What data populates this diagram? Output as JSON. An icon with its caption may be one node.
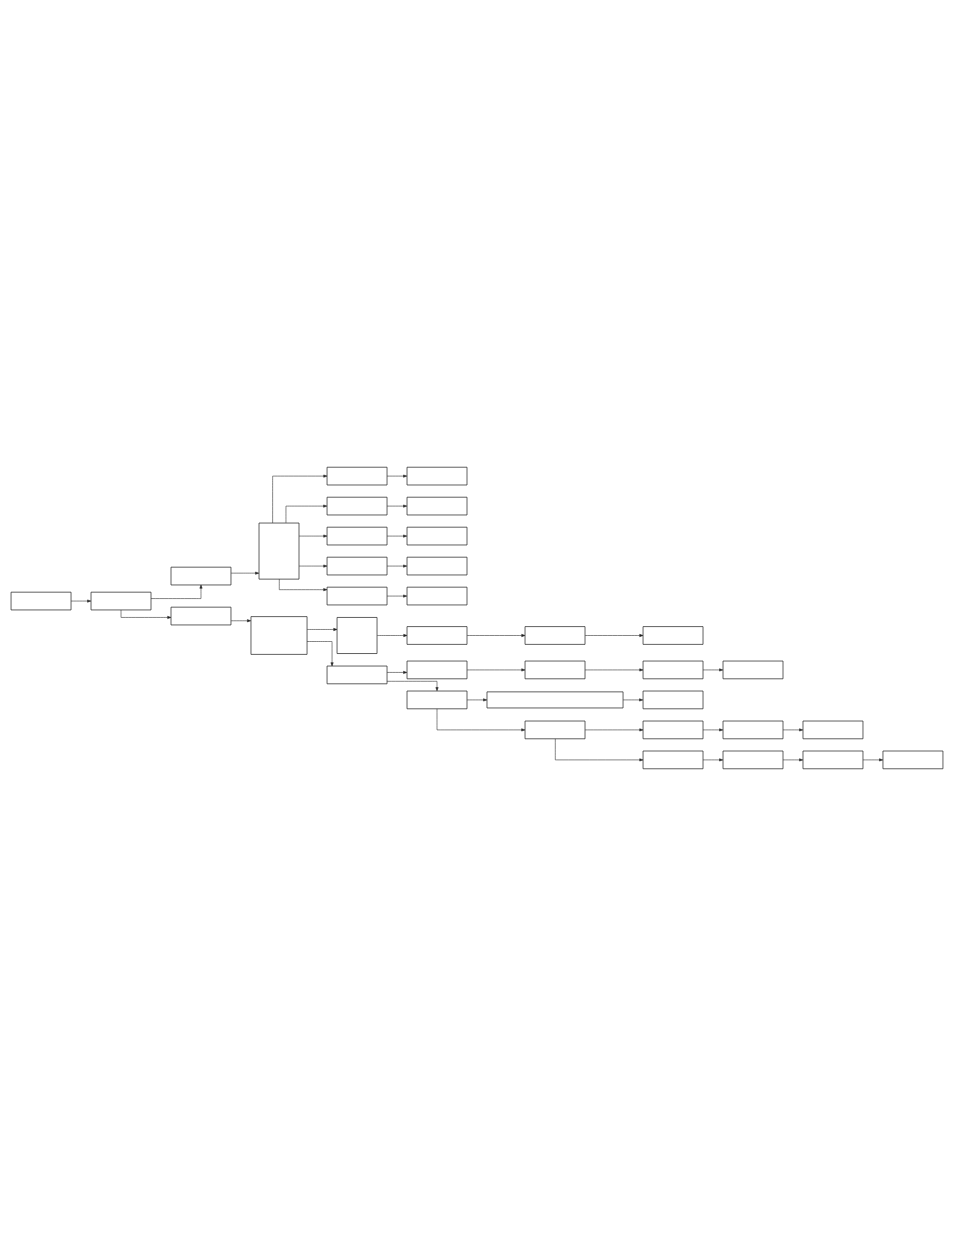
{
  "diagram": {
    "nodes": [
      {
        "text": [],
        "shape": "box"
      },
      {
        "text": [],
        "shape": "box"
      },
      {
        "text": [],
        "shape": "box"
      },
      {
        "text": [],
        "shape": "box"
      },
      {
        "text": [],
        "shape": "box"
      },
      {
        "text": [],
        "shape": "box"
      },
      {
        "text": [],
        "shape": "box"
      },
      {
        "text": [],
        "shape": "box"
      },
      {
        "text": [],
        "shape": "box"
      },
      {
        "text": [],
        "shape": "box"
      },
      {
        "text": [],
        "shape": "box"
      },
      {
        "text": [],
        "shape": "box"
      },
      {
        "text": [],
        "shape": "box"
      },
      {
        "text": [],
        "shape": "box"
      },
      {
        "text": [],
        "shape": "box"
      },
      {
        "text": [],
        "shape": "box"
      },
      {
        "text": [],
        "shape": "box"
      },
      {
        "text": [],
        "shape": "box"
      },
      {
        "text": [],
        "shape": "box"
      },
      {
        "text": [],
        "shape": "box"
      },
      {
        "text": [],
        "shape": "box"
      },
      {
        "text": [],
        "shape": "box"
      },
      {
        "text": [],
        "shape": "box"
      },
      {
        "text": [],
        "shape": "box"
      },
      {
        "text": [],
        "shape": "box"
      },
      {
        "text": [],
        "shape": "box"
      },
      {
        "text": [],
        "shape": "box"
      },
      {
        "text": [],
        "shape": "box"
      },
      {
        "text": [],
        "shape": "box"
      },
      {
        "text": [],
        "shape": "box"
      },
      {
        "text": [],
        "shape": "box"
      },
      {
        "text": [],
        "shape": "box"
      },
      {
        "text": [],
        "shape": "box"
      },
      {
        "text": [],
        "shape": "box"
      },
      {
        "text": [],
        "shape": "box"
      },
      {
        "text": [],
        "shape": "box"
      }
    ],
    "edges": [
      {
        "from": 0,
        "to": 1,
        "arrow": "to"
      },
      {
        "from": 1,
        "to": 2,
        "arrow": "to"
      },
      {
        "from": 1,
        "to": 14,
        "arrow": "to"
      },
      {
        "from": 2,
        "to": 3,
        "arrow": "to"
      },
      {
        "from": 3,
        "to": 4,
        "arrow": "to"
      },
      {
        "from": 3,
        "to": 6,
        "arrow": "to"
      },
      {
        "from": 3,
        "to": 8,
        "arrow": "to"
      },
      {
        "from": 3,
        "to": 10,
        "arrow": "to"
      },
      {
        "from": 3,
        "to": 12,
        "arrow": "to"
      },
      {
        "from": 4,
        "to": 5,
        "arrow": "to"
      },
      {
        "from": 6,
        "to": 7,
        "arrow": "to"
      },
      {
        "from": 8,
        "to": 9,
        "arrow": "to"
      },
      {
        "from": 10,
        "to": 11,
        "arrow": "to"
      },
      {
        "from": 12,
        "to": 13,
        "arrow": "to"
      },
      {
        "from": 14,
        "to": 15,
        "arrow": "to"
      },
      {
        "from": 15,
        "to": 16,
        "arrow": "to"
      },
      {
        "from": 15,
        "to": 20,
        "arrow": "to"
      },
      {
        "from": 16,
        "to": 17,
        "arrow": "to"
      },
      {
        "from": 17,
        "to": 18,
        "arrow": "to"
      },
      {
        "from": 18,
        "to": 19,
        "arrow": "to"
      },
      {
        "from": 20,
        "to": 21,
        "arrow": "to"
      },
      {
        "from": 20,
        "to": 25,
        "arrow": "to"
      },
      {
        "from": 21,
        "to": 22,
        "arrow": "to"
      },
      {
        "from": 22,
        "to": 23,
        "arrow": "to"
      },
      {
        "from": 23,
        "to": 24,
        "arrow": "to"
      },
      {
        "from": 25,
        "to": 26,
        "arrow": "to"
      },
      {
        "from": 25,
        "to": 28,
        "arrow": "to"
      },
      {
        "from": 26,
        "to": 27,
        "arrow": "to"
      },
      {
        "from": 28,
        "to": 29,
        "arrow": "to"
      },
      {
        "from": 28,
        "to": 32,
        "arrow": "to"
      },
      {
        "from": 29,
        "to": 30,
        "arrow": "to"
      },
      {
        "from": 30,
        "to": 31,
        "arrow": "to"
      },
      {
        "from": 32,
        "to": 33,
        "arrow": "to"
      },
      {
        "from": 33,
        "to": 34,
        "arrow": "to"
      },
      {
        "from": 34,
        "to": 35,
        "arrow": "to"
      }
    ]
  }
}
